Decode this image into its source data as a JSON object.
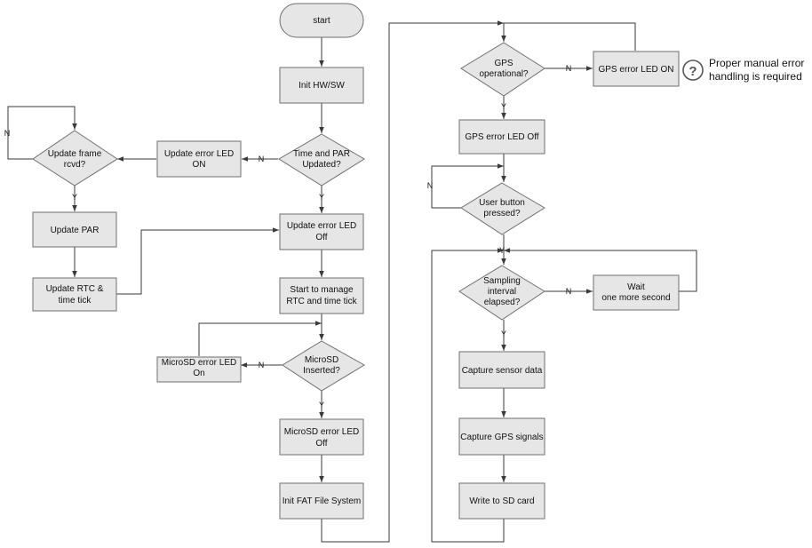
{
  "nodes": {
    "start": "start",
    "init_hw": "Init HW/SW",
    "time_par_l1": "Time and PAR",
    "time_par_l2": "Updated?",
    "upd_err_on_l1": "Update error LED",
    "upd_err_on_l2": "ON",
    "frame_l1": "Update frame",
    "frame_l2": "rcvd?",
    "upd_par": "Update PAR",
    "upd_rtc_l1": "Update RTC &",
    "upd_rtc_l2": "time tick",
    "upd_err_off_l1": "Update error LED",
    "upd_err_off_l2": "Off",
    "start_manage_l1": "Start to manage",
    "start_manage_l2": "RTC and time tick",
    "microsd_q_l1": "MicroSD",
    "microsd_q_l2": "Inserted?",
    "microsd_on_l1": "MicroSD error LED",
    "microsd_on_l2": "On",
    "microsd_off_l1": "MicroSD error LED",
    "microsd_off_l2": "Off",
    "init_fat": "Init FAT File System",
    "gps_q_l1": "GPS",
    "gps_q_l2": "operational?",
    "gps_on": "GPS error LED ON",
    "gps_off": "GPS error LED Off",
    "user_btn_l1": "User button",
    "user_btn_l2": "pressed?",
    "sampling_l1": "Sampling",
    "sampling_l2": "interval",
    "sampling_l3": "elapsed?",
    "wait_l1": "Wait",
    "wait_l2": "one more second",
    "capture_sensor": "Capture sensor data",
    "capture_gps": "Capture GPS signals",
    "write_sd": "Write to SD card"
  },
  "branch_labels": {
    "yes": "Y",
    "no": "N"
  },
  "note": {
    "icon": "question-circle-icon",
    "icon_glyph": "?",
    "line1": "Proper manual error",
    "line2": "handling is required"
  },
  "colors": {
    "box_fill": "#e6e6e6",
    "box_stroke": "#6f6f6f",
    "connector": "#3a3a3a"
  }
}
